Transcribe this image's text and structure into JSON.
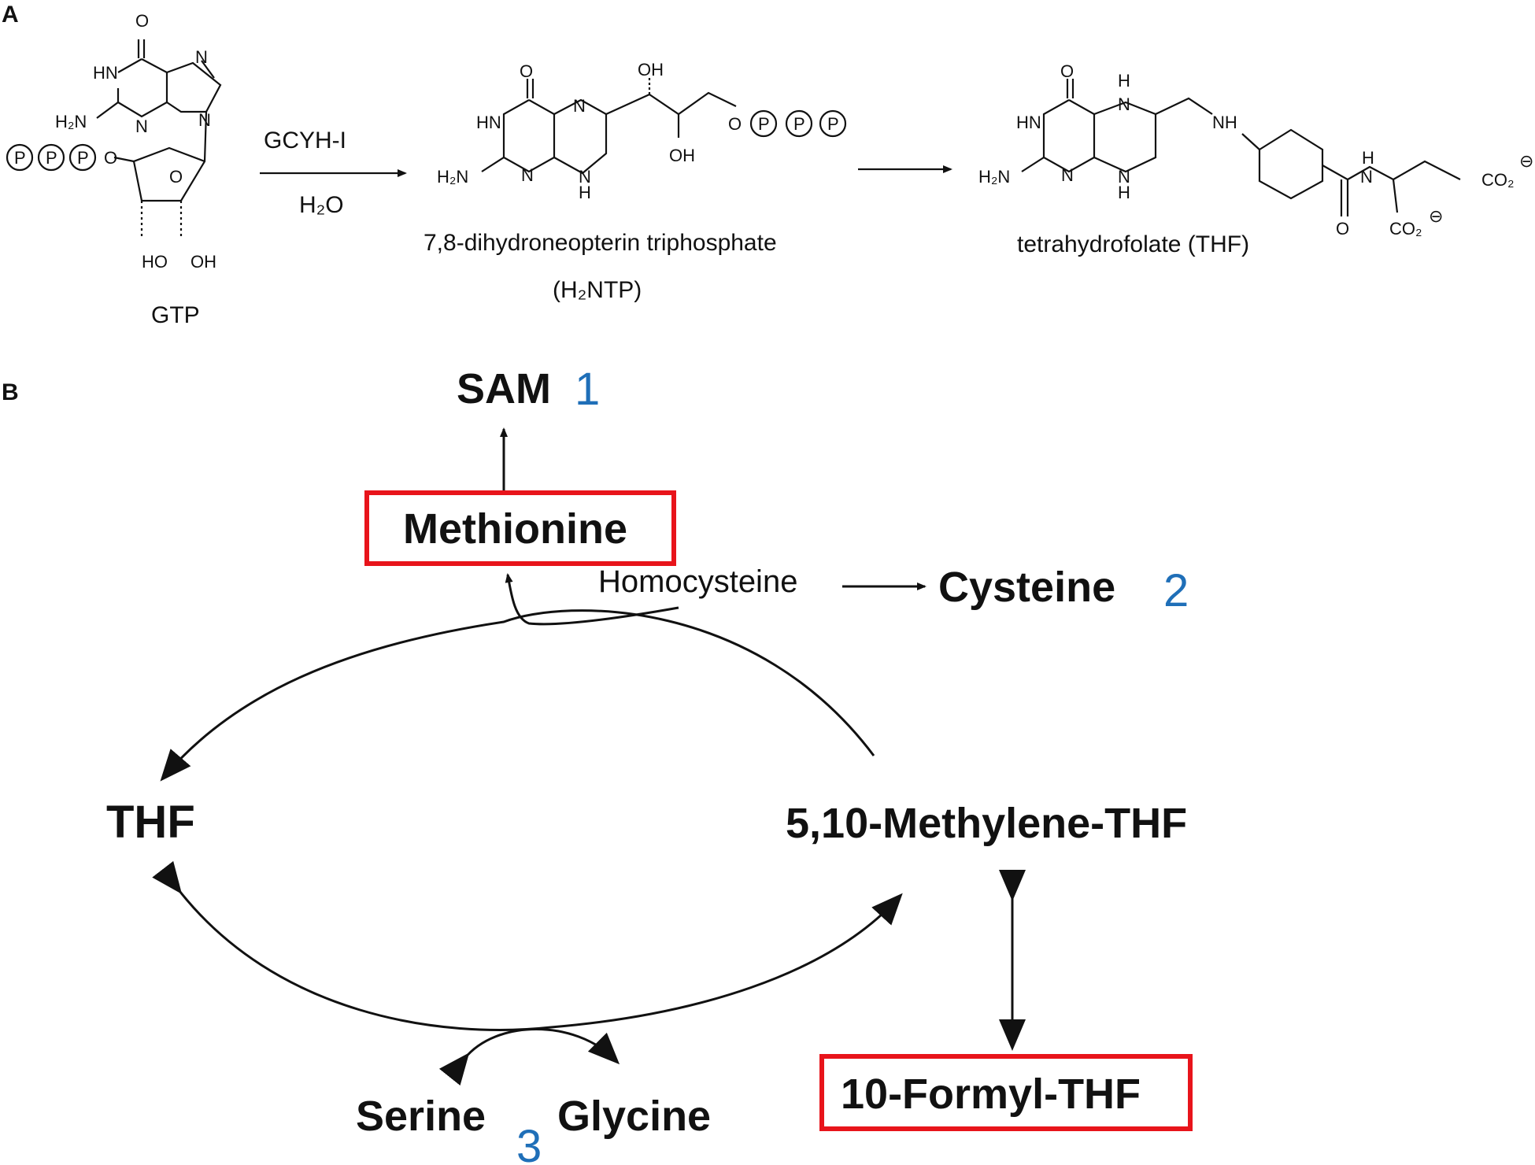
{
  "panel_a": {
    "label": "A",
    "gtp_name": "GTP",
    "phosphate": "P",
    "enzyme": "GCYH-I",
    "water": "H₂O",
    "intermediate_name": "7,8-dihydroneopterin triphosphate",
    "intermediate_abbr": "(H₂NTP)",
    "product_name": "tetrahydrofolate (THF)"
  },
  "panel_b": {
    "label": "B",
    "sam": "SAM",
    "sam_num": "1",
    "methionine": "Methionine",
    "homocysteine": "Homocysteine",
    "cysteine": "Cysteine",
    "cysteine_num": "2",
    "thf": "THF",
    "methylene_thf": "5,10-Methylene-THF",
    "formyl_thf": "10-Formyl-THF",
    "serine": "Serine",
    "glycine": "Glycine",
    "serine_glycine_num": "3",
    "highlight_color": "#e8141b",
    "number_color": "#1f6fb8"
  },
  "atoms": {
    "O": "O",
    "HN": "HN",
    "N": "N",
    "H": "H",
    "H2N": "H₂N",
    "NH": "NH",
    "OH": "OH",
    "HO": "HO",
    "CO2": "CO₂",
    "minus": "⊖"
  }
}
